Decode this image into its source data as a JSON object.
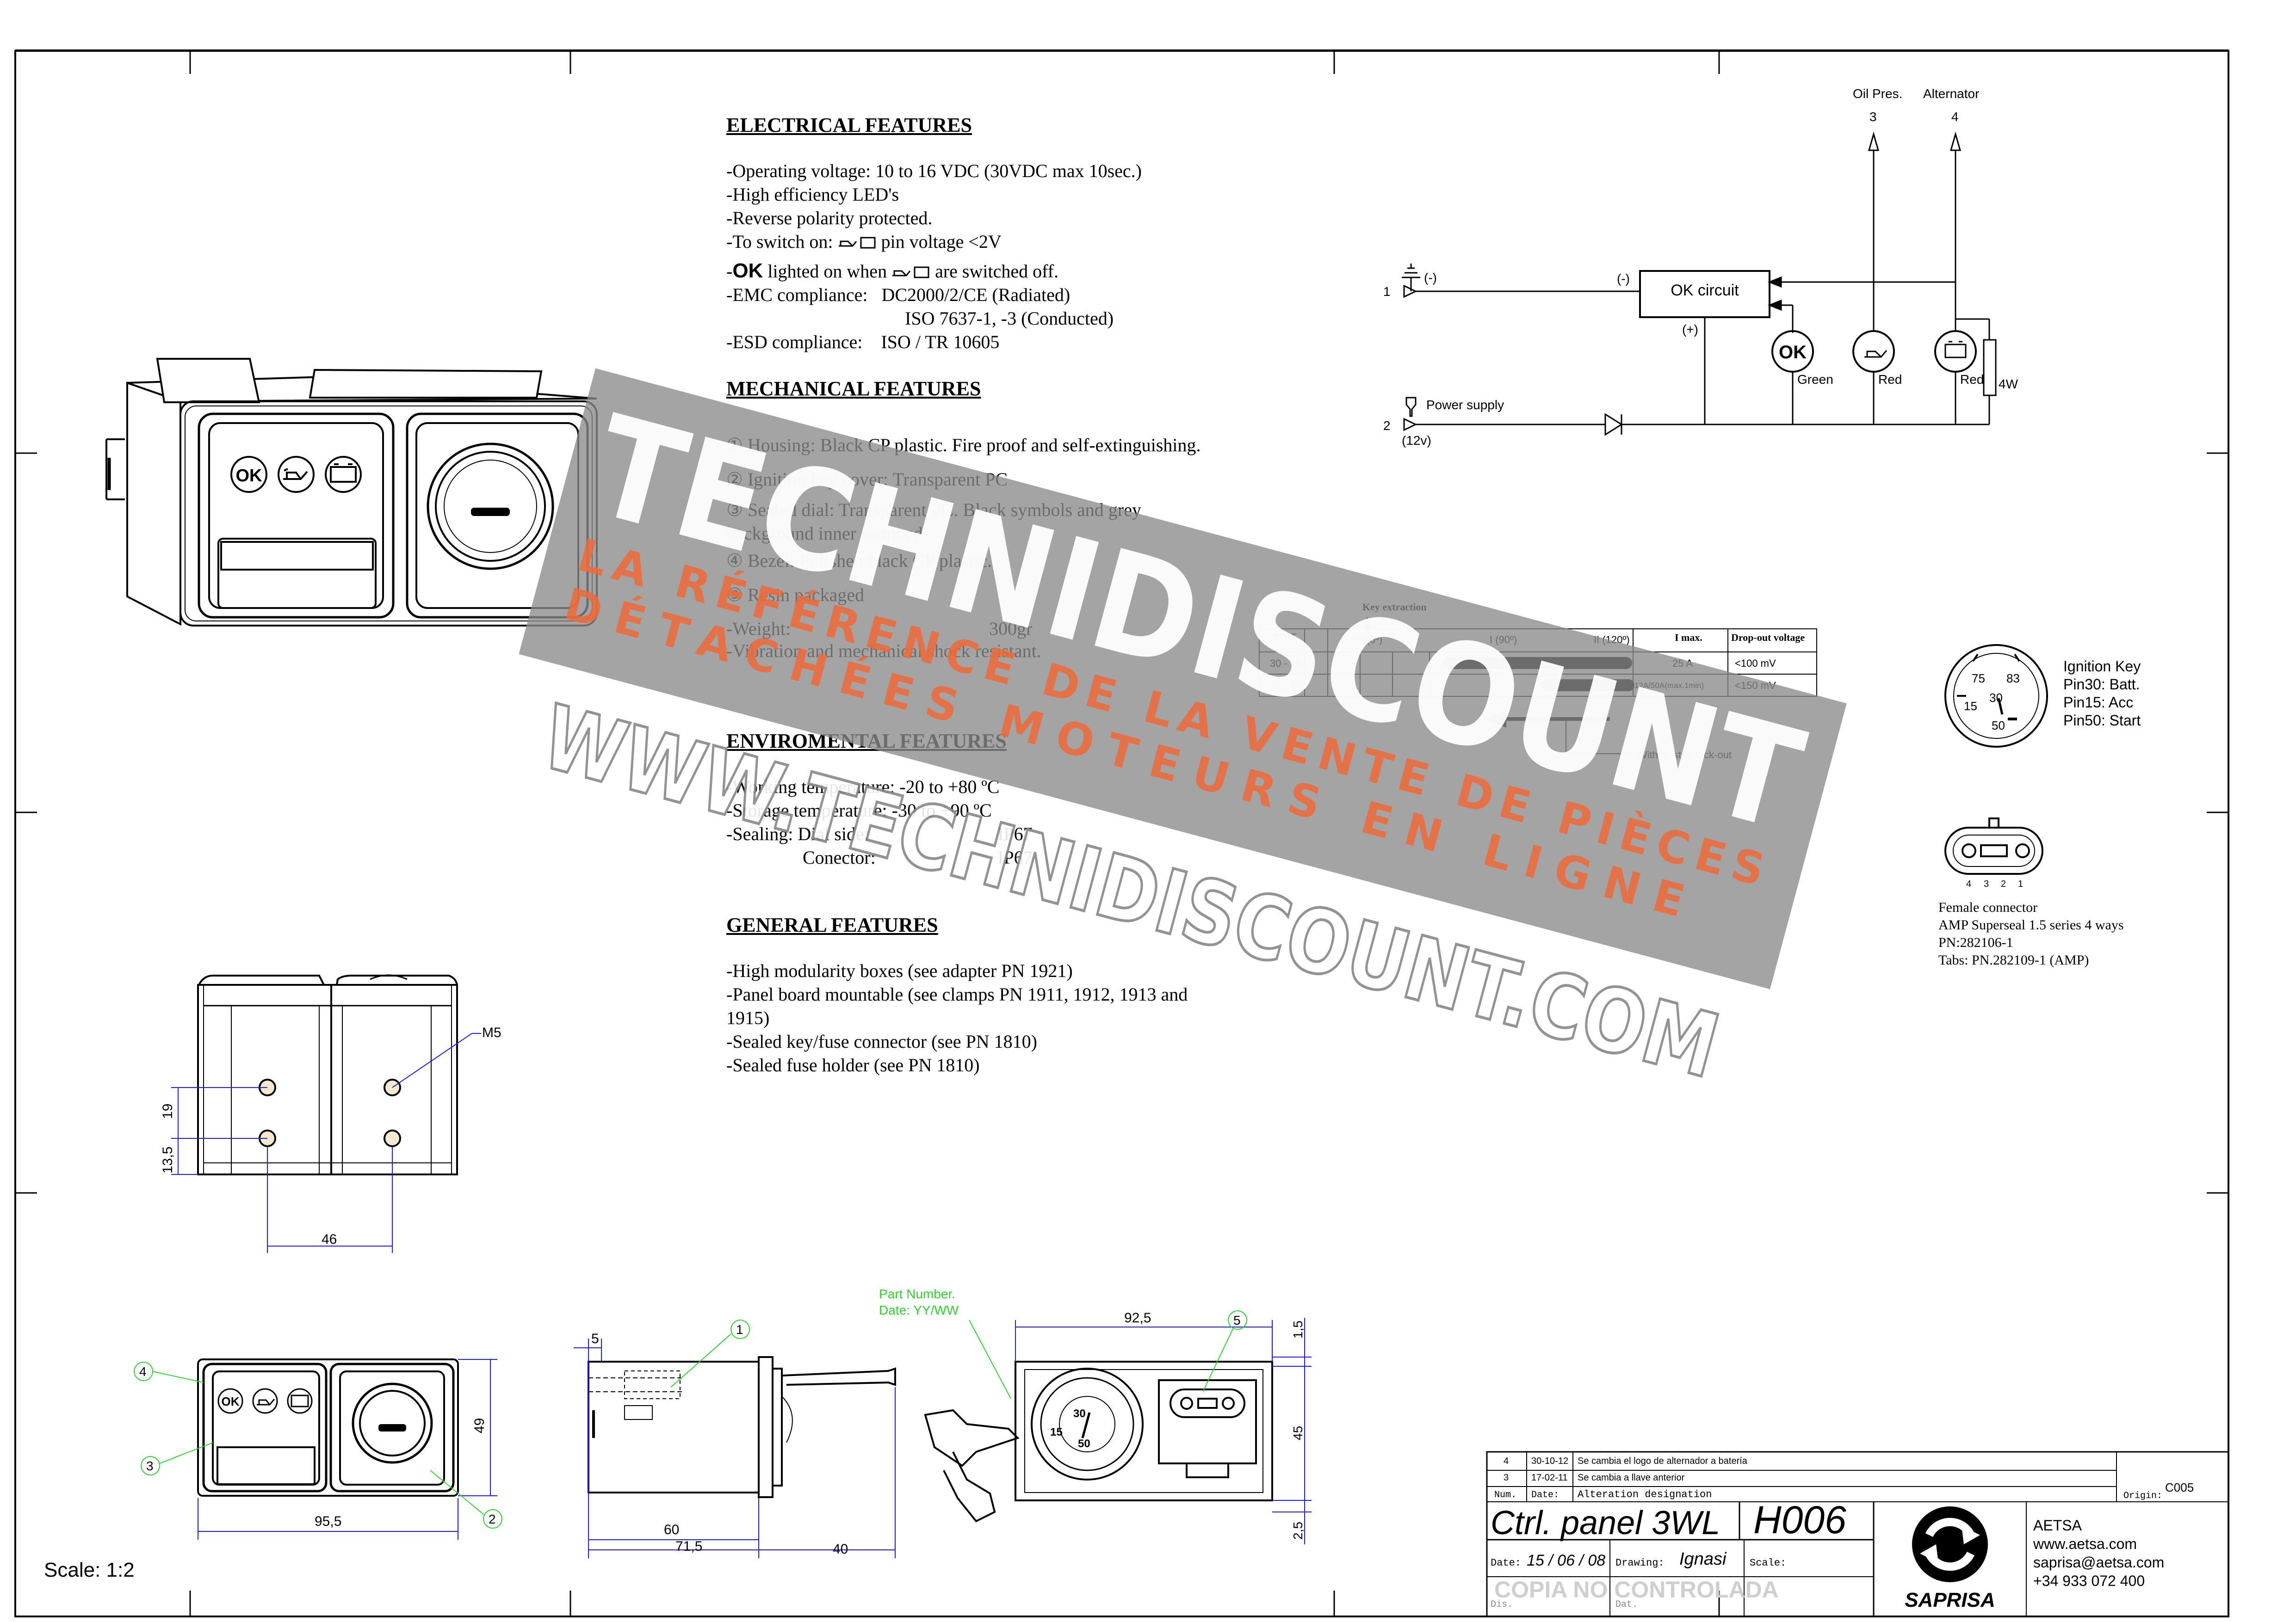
{
  "electrical": {
    "heading": "ELECTRICAL FEATURES",
    "lines": [
      "-Operating voltage: 10 to 16 VDC (30VDC max 10sec.)",
      "-High efficiency LED's",
      "-Reverse polarity protected.",
      "-To switch on:",
      "pin voltage <2V",
      "-",
      "OK",
      "lighted on when",
      "are switched off.",
      "-EMC compliance:",
      "DC2000/2/CE  (Radiated)",
      "ISO 7637-1, -3 (Conducted)",
      "-ESD compliance:",
      "ISO / TR 10605"
    ]
  },
  "mechanical": {
    "heading": "MECHANICAL FEATURES",
    "lines": [
      "① Housing: Black CP plastic. Fire proof and self-extinguishing.",
      "② Ignition key cover: Transparent PC",
      "③ Sealed dial: Transparent PC. Black symbols  and grey",
      "background inner stamped",
      "④ Bezel: Polished black CP plastic.",
      "⑤ Resin packaged",
      "-Weight:",
      "300gr",
      "-Vibration and mechanical shock resistant."
    ]
  },
  "environmental": {
    "heading": "ENVIROMENTAL FEATURES",
    "lines": [
      "-Working temperature:  -20 to +80 ºC",
      "-Storage temperature:   -30 to +90 ºC",
      "-Sealing: Dial side:",
      "IP67",
      "Conector:",
      "IP67"
    ]
  },
  "general": {
    "heading": "GENERAL FEATURES",
    "lines": [
      "-High modularity boxes (see adapter PN 1921)",
      "-Panel board mountable (see clamps PN 1911, 1912, 1913 and",
      "1915)",
      "-Sealed key/fuse connector (see PN 1810)",
      "-Sealed fuse holder (see PN 1810)"
    ]
  },
  "circuit": {
    "oil_label": "Oil Pres.",
    "alt_label": "Alternator",
    "pin3": "3",
    "pin4": "4",
    "pin1": "1",
    "pin2": "2",
    "ground": "(-)",
    "minus": "(-)",
    "plus": "(+)",
    "ok_circuit": "OK circuit",
    "ok_led": "OK",
    "green": "Green",
    "red1": "Red",
    "red2": "Red",
    "resistor": "4W",
    "power": "Power supply",
    "volt": "(12v)"
  },
  "key_table": {
    "key_extraction": "Key extraction",
    "headers": [
      "CONT.",
      "0 (0º)",
      "I (90º)",
      "II (120º)",
      "I max.",
      "Drop-out voltage"
    ],
    "rows": [
      [
        "30 - 15",
        "25 A",
        "<100 mV"
      ],
      [
        "30 - 50",
        "12A/50A(max.1min)",
        "<150 mV"
      ]
    ],
    "lockout": "With re-start lock-out"
  },
  "ignition": {
    "pins": [
      "75",
      "83",
      "30",
      "15",
      "50"
    ],
    "lines": [
      "Ignition Key",
      "Pin30: Batt.",
      "Pin15: Acc",
      "Pin50: Start"
    ]
  },
  "connector": {
    "pin_numbers": [
      "4",
      "3",
      "2",
      "1"
    ],
    "lines": [
      "Female connector",
      "AMP Superseal 1.5 series 4 ways",
      "PN:282106-1",
      "Tabs: PN.282109-1 (AMP)"
    ]
  },
  "front_icons": {
    "ok": "OK"
  },
  "dims": {
    "m5": "M5",
    "d19": "19",
    "d135": "13,5",
    "d46": "46",
    "d49": "49",
    "d955": "95,5",
    "d5": "5",
    "d60": "60",
    "d715": "71,5",
    "d40": "40",
    "d925": "92,5",
    "d15": "1,5",
    "d45": "45",
    "d25": "2,5"
  },
  "callouts": [
    "1",
    "2",
    "3",
    "4",
    "5"
  ],
  "part_number": [
    "Part Number.",
    "Date: YY/WW"
  ],
  "rear_dial": [
    "30",
    "15",
    "50"
  ],
  "scale": "Scale: 1:2",
  "title_block": {
    "revisions": [
      [
        "4",
        "30-10-12",
        "Se cambia el logo de alternador a batería"
      ],
      [
        "3",
        "17-02-11",
        "Se cambia a llave anterior"
      ]
    ],
    "rev_headers": [
      "Num.",
      "Date:",
      "Alteration designation"
    ],
    "origin_label": "Origin:",
    "origin": "C005",
    "title": "Ctrl. panel 3WL",
    "code": "H006",
    "date_label": "Date:",
    "date": "15 / 06 / 08",
    "drawing_label": "Drawing:",
    "drawing": "Ignasi",
    "scale_label": "Scale:",
    "company": "AETSA",
    "web": "www.aetsa.com",
    "email": "saprisa@aetsa.com",
    "phone": "+34 933 072 400",
    "brand": "SAPRISA",
    "stamp": "COPIA NO CONTROLADA",
    "d_label": "Dis.",
    "d_label2": "Dat."
  },
  "watermark": {
    "main": "TECHNIDISCOUNT",
    "tag1": "LA RÉFÉRENCE DE LA VENTE DE PIÈCES",
    "tag2": "DÉTACHÉES MOTEURS EN LIGNE",
    "url": "WWW.TECHNIDISCOUNT.COM"
  },
  "colors": {
    "green": "#2fd32f",
    "blue": "#1a1aff",
    "watermark": "#7a7a7a"
  }
}
